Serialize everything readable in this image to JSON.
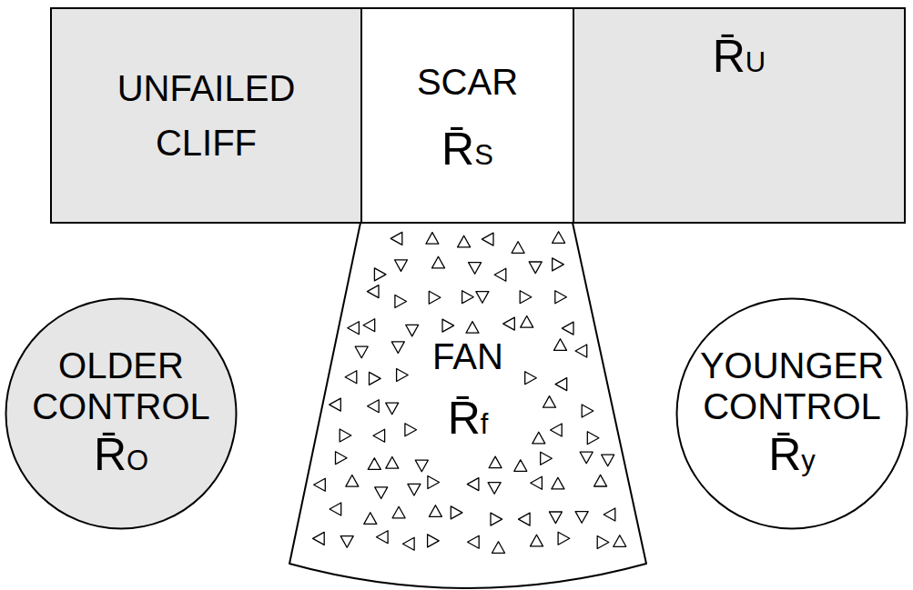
{
  "diagram": {
    "nodes": [
      {
        "text": [
          "UNFAILED CLIFF"
        ]
      },
      {
        "text": [
          "SCAR",
          "R̄S"
        ]
      },
      {
        "text": [
          "R̄U"
        ]
      },
      {
        "text": [
          "FAN",
          "R̄f"
        ]
      },
      {
        "text": [
          "OLDER CONTROL",
          "R̄O"
        ]
      },
      {
        "text": [
          "YOUNGER CONTROL",
          "R̄y"
        ]
      }
    ]
  }
}
